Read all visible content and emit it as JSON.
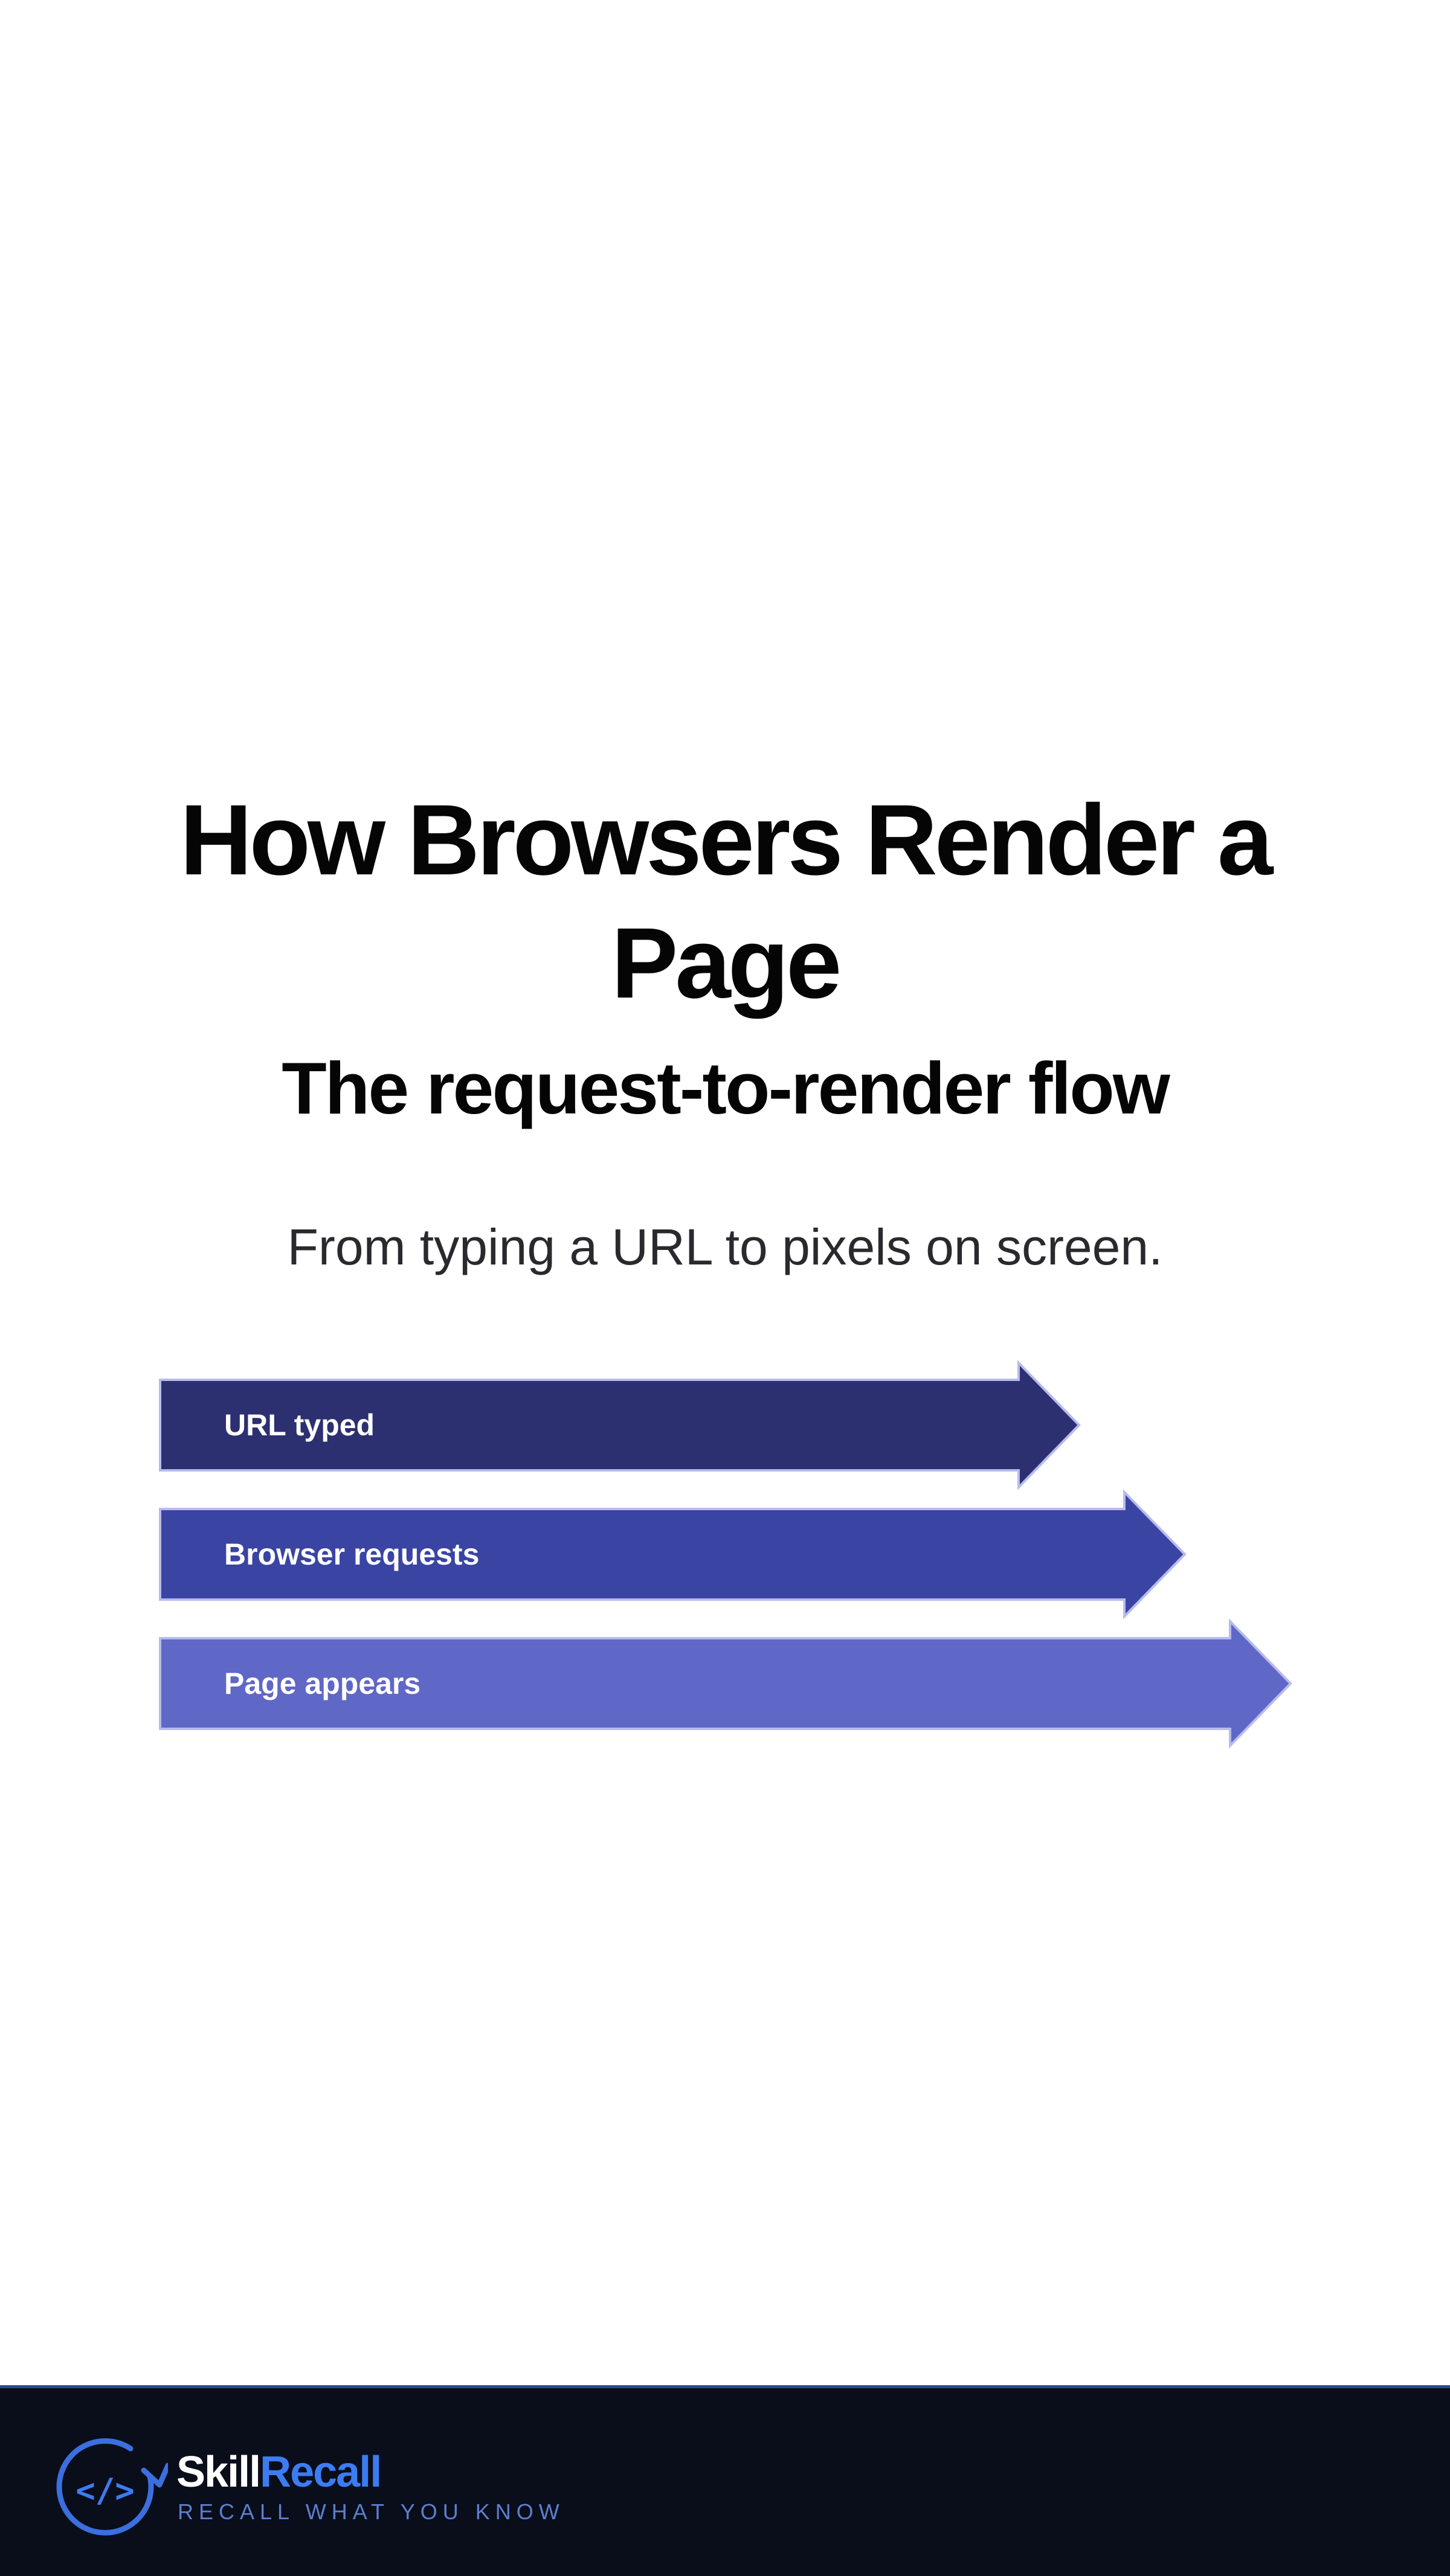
{
  "title": "How Browsers Render a Page",
  "subtitle": "The request-to-render flow",
  "tagline": "From typing a URL to pixels on screen.",
  "flow": {
    "steps": [
      {
        "label": "URL typed",
        "color": "#2c2f70"
      },
      {
        "label": "Browser requests",
        "color": "#3a44a3"
      },
      {
        "label": "Page appears",
        "color": "#5f67c7"
      }
    ],
    "border_color": "#b7bbec"
  },
  "footer": {
    "logo_glyph": "</>",
    "brand_part1": "Skill",
    "brand_part2": "Recall",
    "brand_tagline": "RECALL WHAT YOU KNOW",
    "brand_colors": {
      "primary": "#ffffff",
      "accent": "#3b7cf2",
      "background": "#0a0d1a"
    }
  }
}
